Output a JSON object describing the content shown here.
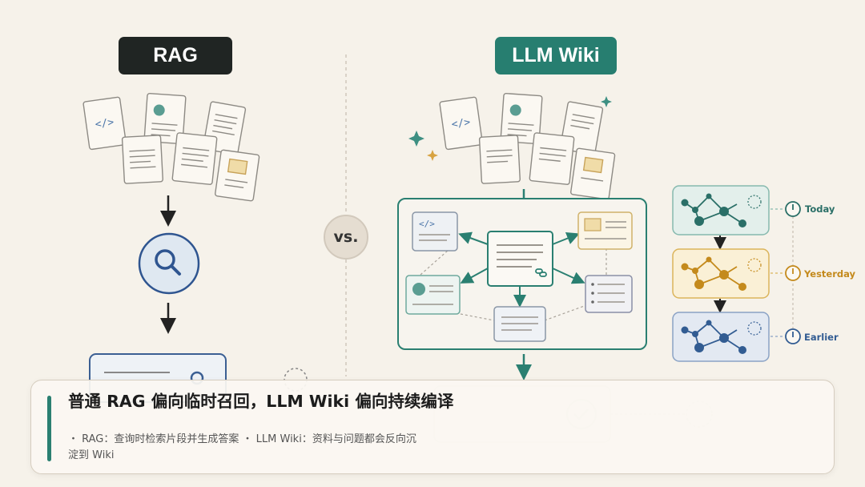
{
  "left_panel": {
    "title": "RAG"
  },
  "right_panel": {
    "title": "LLM Wiki"
  },
  "vs_label": "vs.",
  "timeline": [
    "Today",
    "Yesterday",
    "Earlier"
  ],
  "caption": {
    "title": "普通 RAG 偏向临时召回，LLM Wiki 偏向持续编译",
    "bullets": [
      "RAG：查询时检索片段并生成答案",
      "LLM Wiki：资料与问题都会反向沉淀到 Wiki"
    ]
  },
  "colors": {
    "rag_dark": "#202523",
    "wiki_teal": "#277e70",
    "today": "#2a6f67",
    "yesterday": "#c48a1c",
    "earlier": "#325c92"
  }
}
